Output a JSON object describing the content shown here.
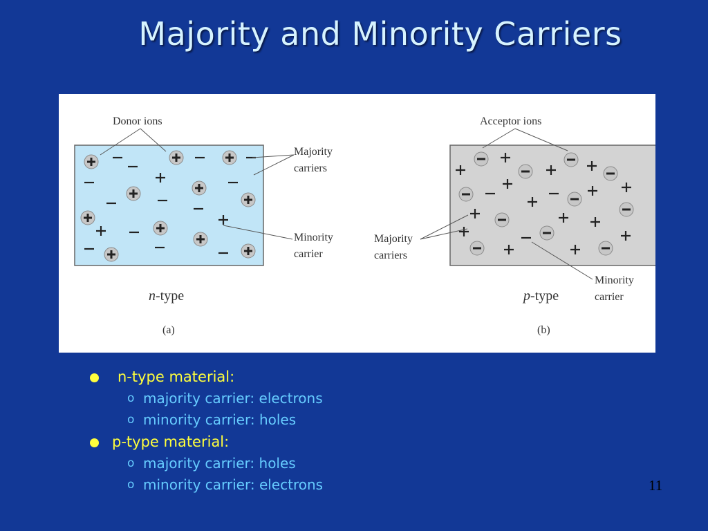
{
  "slide": {
    "title": "Majority and Minority Carriers",
    "number": "11"
  },
  "figure": {
    "panel_a": {
      "label_top": "Donor ions",
      "label_majority_1": "Majority",
      "label_majority_2": "carriers",
      "label_minority_1": "Minority",
      "label_minority_2": "carrier",
      "type_italic": "n",
      "type_rest": "-type",
      "caption": "(a)"
    },
    "panel_b": {
      "label_top": "Acceptor ions",
      "label_majority_1": "Majority",
      "label_majority_2": "carriers",
      "label_minority_1": "Minority",
      "label_minority_2": "carrier",
      "type_italic": "p",
      "type_rest": "-type",
      "caption": "(b)"
    },
    "colors": {
      "n_fill": "#c1e5f7",
      "p_fill": "#d3d3d3",
      "ion_fill": "#c7c7c7",
      "sign": "#222222"
    }
  },
  "bullets": [
    {
      "text": "n-type material:",
      "children": [
        "majority carrier: electrons",
        "minority carrier: holes"
      ]
    },
    {
      "text": "p-type material:",
      "children": [
        "majority carrier: holes",
        "minority carrier: electrons"
      ]
    }
  ],
  "sub_marker": "o"
}
